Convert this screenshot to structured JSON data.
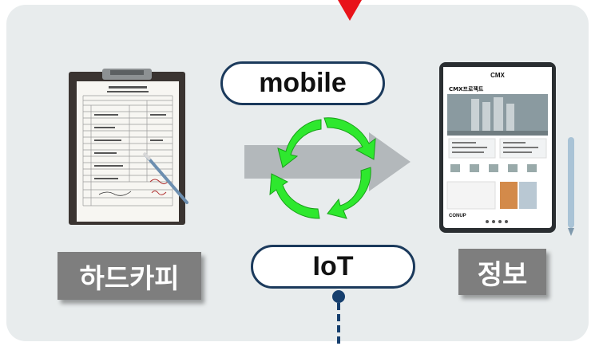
{
  "labels": {
    "mobile": "mobile",
    "iot": "IoT",
    "hardcopy": "하드카피",
    "info": "정보"
  },
  "tablet": {
    "project_title": "CMX프로젝트",
    "brand": "CMX",
    "footer_brand": "CONUP"
  },
  "colors": {
    "panel": "#e8eced",
    "pill_border": "#1b3a5c",
    "label_bg": "#7e7e7e",
    "cycle_arrows": "#2ee82e",
    "flow_arrow": "#b3b8bb",
    "top_marker": "#e8131a"
  },
  "icons": [
    "clipboard-document-icon",
    "tablet-icon",
    "stylus-icon",
    "cycle-arrows-icon",
    "flow-arrow-icon",
    "connector-dot-icon"
  ]
}
